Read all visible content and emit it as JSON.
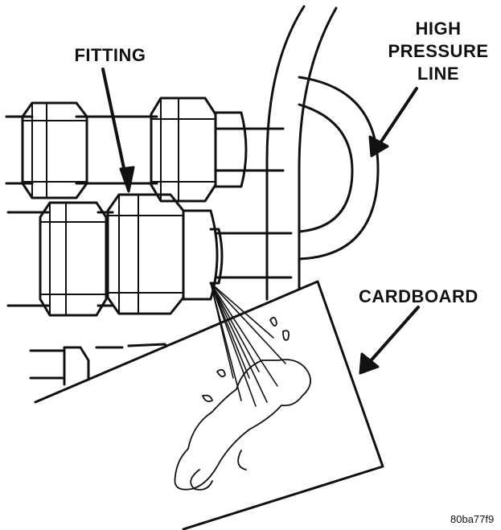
{
  "labels": {
    "fitting": "FITTING",
    "high_pressure_line": [
      "HIGH",
      "PRESSURE",
      "LINE"
    ],
    "cardboard": "CARDBOARD"
  },
  "figure_id": "80ba77f9",
  "colors": {
    "ink": "#111111",
    "paper": "#ffffff"
  }
}
